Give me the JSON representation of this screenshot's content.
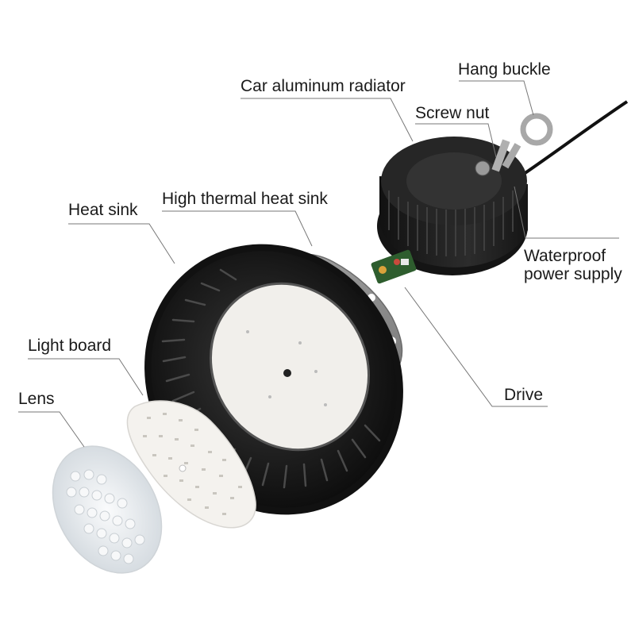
{
  "labels": {
    "hang_buckle": "Hang buckle",
    "car_radiator": "Car aluminum radiator",
    "screw_nut": "Screw nut",
    "high_thermal": "High thermal heat sink",
    "heat_sink": "Heat sink",
    "waterproof_line1": "Waterproof",
    "waterproof_line2": "power supply",
    "light_board": "Light board",
    "lens": "Lens",
    "drive": "Drive"
  },
  "colors": {
    "housing": "#1b1b1b",
    "plate": "#8e8e8e",
    "board": "#f1efeb",
    "lens": "#e4e8ec",
    "leader": "#777777"
  }
}
